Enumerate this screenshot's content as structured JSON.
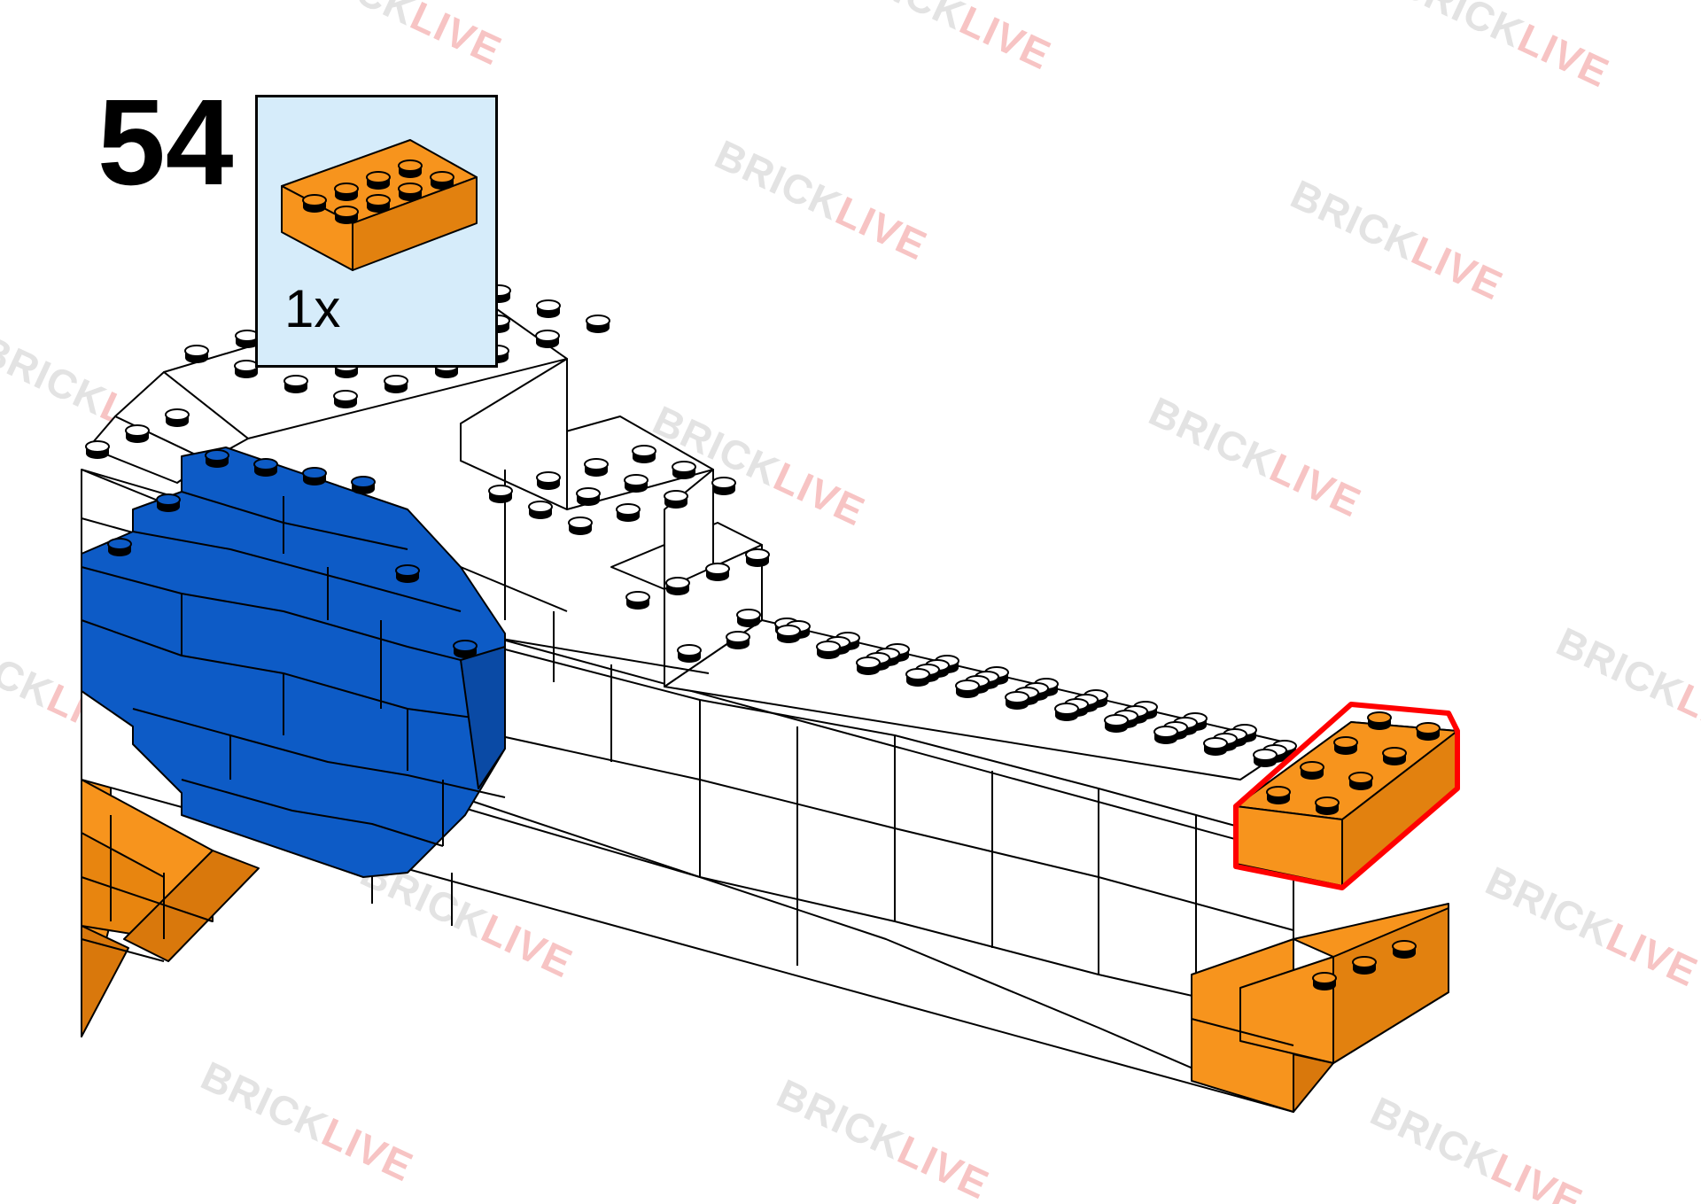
{
  "step": {
    "number": "54"
  },
  "parts": [
    {
      "quantity": "1x",
      "color": "#F7941D",
      "brick": "2x4 brick",
      "icon": "orange-2x4-brick-icon"
    }
  ],
  "watermark": {
    "brand_a": "BRICK",
    "brand_b": "LIVE",
    "color_a": "#e3e3e3",
    "color_b": "#f7c4c4"
  },
  "colors": {
    "white_brick": "#ffffff",
    "blue_brick": "#0d5bc6",
    "orange_brick": "#F7941D",
    "highlight": "#ff0000",
    "callout_bg": "#d6ecfa"
  }
}
